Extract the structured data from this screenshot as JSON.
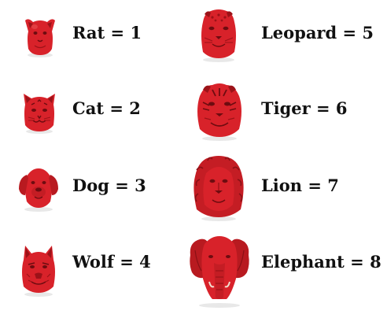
{
  "pieces": [
    {
      "animal": "Rat",
      "rank": 1,
      "label": "Rat = 1",
      "icon": "rat-head-icon"
    },
    {
      "animal": "Cat",
      "rank": 2,
      "label": "Cat = 2",
      "icon": "cat-head-icon"
    },
    {
      "animal": "Dog",
      "rank": 3,
      "label": "Dog = 3",
      "icon": "dog-head-icon"
    },
    {
      "animal": "Wolf",
      "rank": 4,
      "label": "Wolf = 4",
      "icon": "wolf-head-icon"
    },
    {
      "animal": "Leopard",
      "rank": 5,
      "label": "Leopard = 5",
      "icon": "leopard-head-icon"
    },
    {
      "animal": "Tiger",
      "rank": 6,
      "label": "Tiger = 6",
      "icon": "tiger-head-icon"
    },
    {
      "animal": "Lion",
      "rank": 7,
      "label": "Lion = 7",
      "icon": "lion-head-icon"
    },
    {
      "animal": "Elephant",
      "rank": 8,
      "label": "Elephant = 8",
      "icon": "elephant-head-icon"
    }
  ],
  "colors": {
    "piece_red": "#d8222a",
    "piece_dark": "#9c1218",
    "piece_shadow": "#6e0c10",
    "label_text": "#111111"
  }
}
